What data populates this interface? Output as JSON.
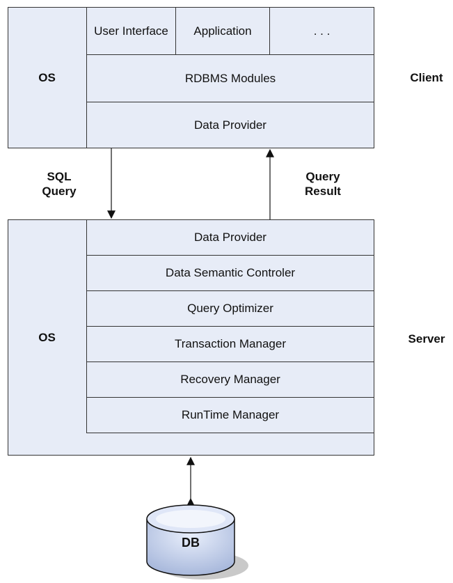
{
  "client": {
    "os_label": "OS",
    "side_label": "Client",
    "top_row": [
      "User Interface",
      "Application",
      ". . ."
    ],
    "modules_label": "RDBMS Modules",
    "data_provider_label": "Data Provider"
  },
  "server": {
    "os_label": "OS",
    "side_label": "Server",
    "layers": [
      "Data Provider",
      "Data Semantic Controler",
      "Query Optimizer",
      "Transaction Manager",
      "Recovery Manager",
      "RunTime Manager"
    ]
  },
  "arrows": {
    "request_label_line1": "SQL",
    "request_label_line2": "Query",
    "response_label_line1": "Query",
    "response_label_line2": "Result"
  },
  "database": {
    "label": "DB"
  }
}
